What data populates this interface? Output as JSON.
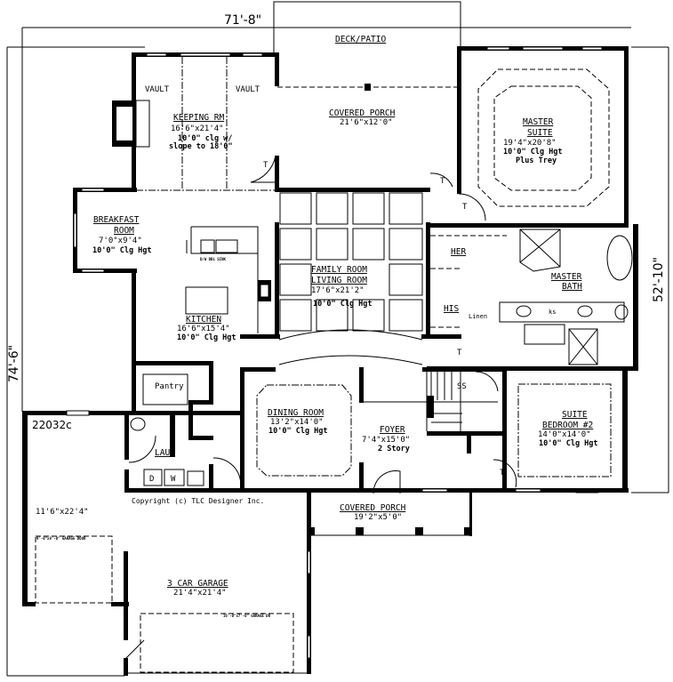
{
  "plan_id": "22032c",
  "copyright": "Copyright (c) TLC Designer Inc.",
  "dimensions": {
    "width": "71'-8\"",
    "depth": "74'-6\"",
    "depth_main": "52'-10\""
  },
  "rooms": {
    "deck": {
      "name": "DECK/PATIO"
    },
    "rear_porch": {
      "name": "COVERED PORCH",
      "size": "21'6\"x12'0\""
    },
    "keeping": {
      "name": "KEEPING RM",
      "size": "16'6\"x21'4\"",
      "ceiling": "10'0\" clg w/",
      "ceiling2": "slope to 18'0\"",
      "vault": "VAULT"
    },
    "breakfast": {
      "name": "BREAKFAST",
      "name2": "ROOM",
      "size": "7'0\"x9'4\"",
      "ceiling": "10'0\" Clg Hgt"
    },
    "kitchen": {
      "name": "KITCHEN",
      "size": "16'6\"x15'4\"",
      "ceiling": "10'0\" Clg Hgt",
      "appliance": "D/W DBL SINK"
    },
    "family": {
      "name": "FAMILY ROOM",
      "name2": "LIVING ROOM",
      "size": "17'6\"x21'2\"",
      "ceiling": "10'0\" Clg Hgt"
    },
    "master": {
      "name": "MASTER",
      "name2": "SUITE",
      "size": "19'4\"x20'8\"",
      "ceiling": "10'0\" Clg Hgt",
      "ceiling2": "Plus Trey"
    },
    "master_bath": {
      "name": "MASTER",
      "name2": "BATH",
      "her": "HER",
      "his": "HIS",
      "linen": "Linen",
      "ks": "ks"
    },
    "pantry": {
      "name": "Pantry"
    },
    "laundry": {
      "name": "LAUN",
      "dryer": "D",
      "washer": "W"
    },
    "dining": {
      "name": "DINING ROOM",
      "size": "13'2\"x14'0\"",
      "ceiling": "10'0\" Clg Hgt"
    },
    "foyer": {
      "name": "FOYER",
      "size": "7'4\"x15'0\"",
      "ceiling": "2 Story"
    },
    "bedroom2": {
      "name": "SUITE",
      "name2": "BEDROOM #2",
      "size": "14'0\"x14'0\"",
      "ceiling": "10'0\" Clg Hgt"
    },
    "front_porch": {
      "name": "COVERED PORCH",
      "size": "19'2\"x5'0\""
    },
    "garage": {
      "name": "3 CAR GARAGE",
      "size": "21'4\"x21'4\"",
      "side_size": "11'6\"x22'4\"",
      "door1": "9'-0\"x8'-0\" GARAGE DOOR",
      "door2": "16'-0\"x7'-0\" GARAGE DR"
    }
  },
  "markers": {
    "tub": "T",
    "stair": "SS"
  }
}
